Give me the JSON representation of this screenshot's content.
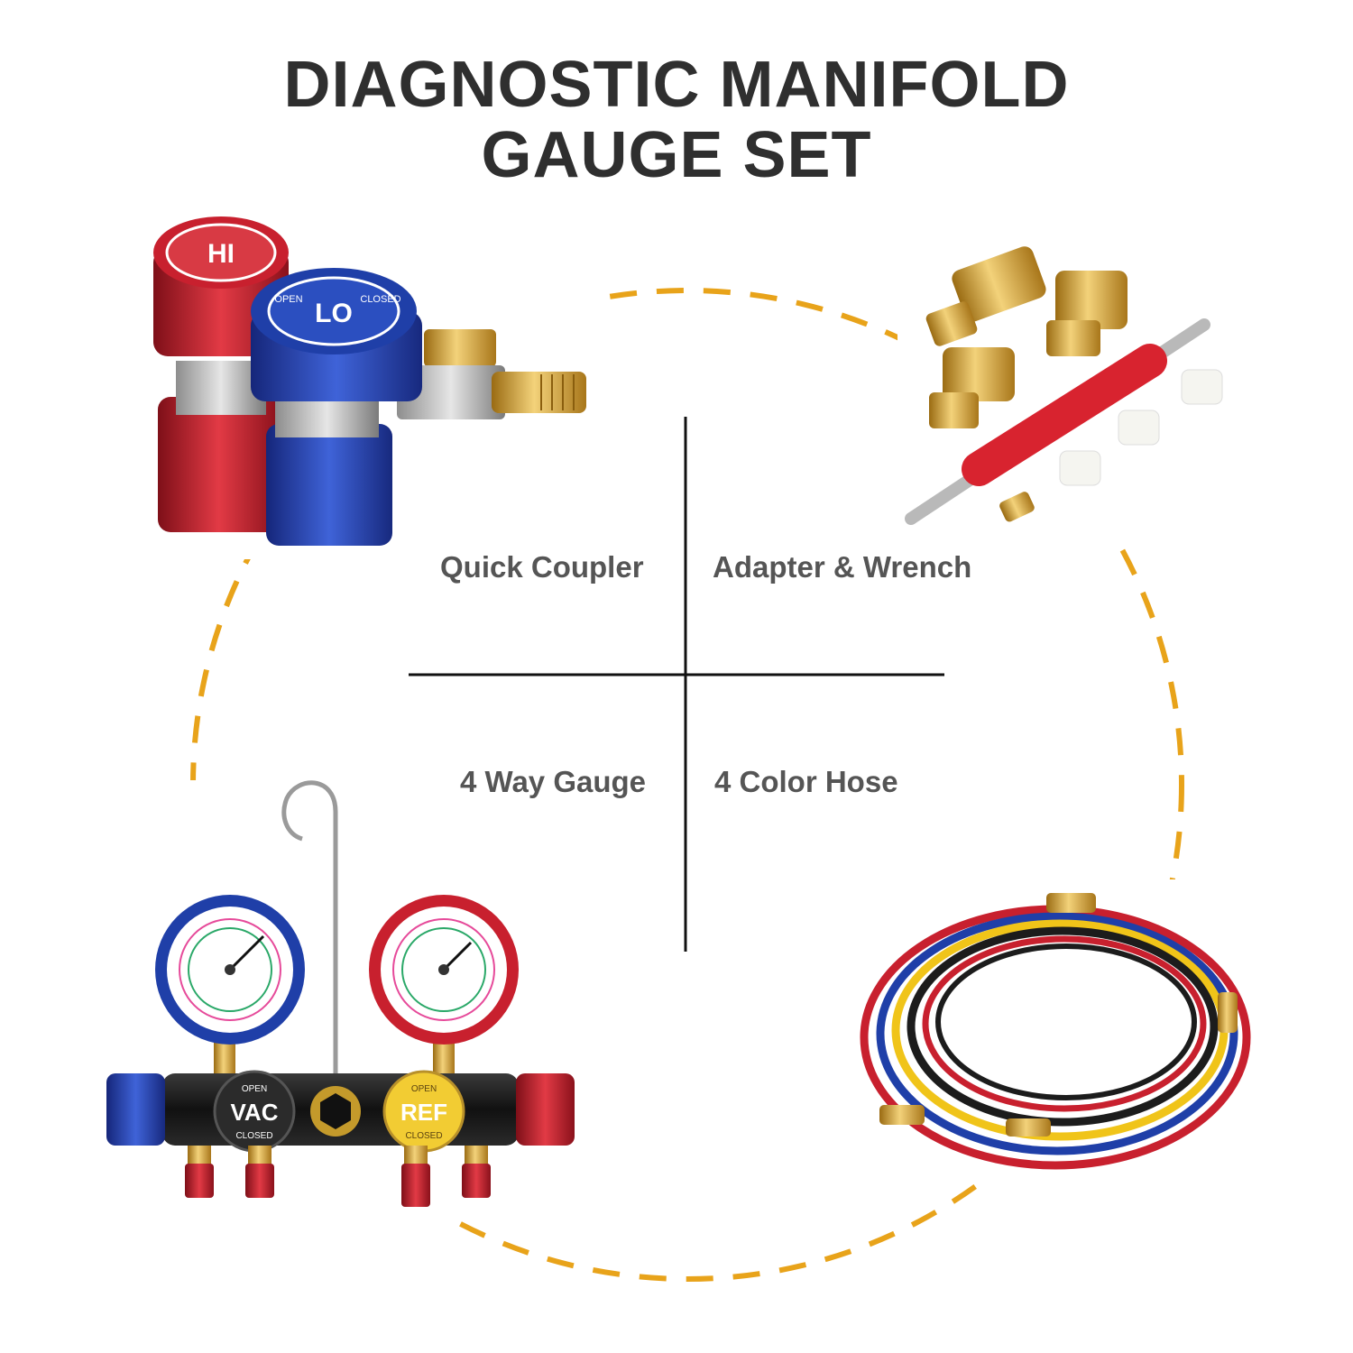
{
  "title": {
    "line1": "DIAGNOSTIC MANIFOLD",
    "line2": "GAUGE SET"
  },
  "quadrants": {
    "top_left": "Quick Coupler",
    "top_right": "Adapter & Wrench",
    "bottom_left": "4 Way Gauge",
    "bottom_right": "4 Color Hose"
  },
  "coupler_labels": {
    "high": "HI",
    "low": "LO",
    "open": "OPEN",
    "closed": "CLOSED"
  },
  "manifold_labels": {
    "vac": "VAC",
    "ref": "REF",
    "open": "OPEN",
    "closed": "CLOSED"
  },
  "colors": {
    "title": "#2f2f2f",
    "label": "#555555",
    "dashed_circle": "#e8a31a",
    "high_side": "#c8202e",
    "low_side": "#1f3fa8",
    "brass": "#d9a62a",
    "hose_yellow": "#f0c419",
    "hose_black": "#1c1c1c"
  }
}
